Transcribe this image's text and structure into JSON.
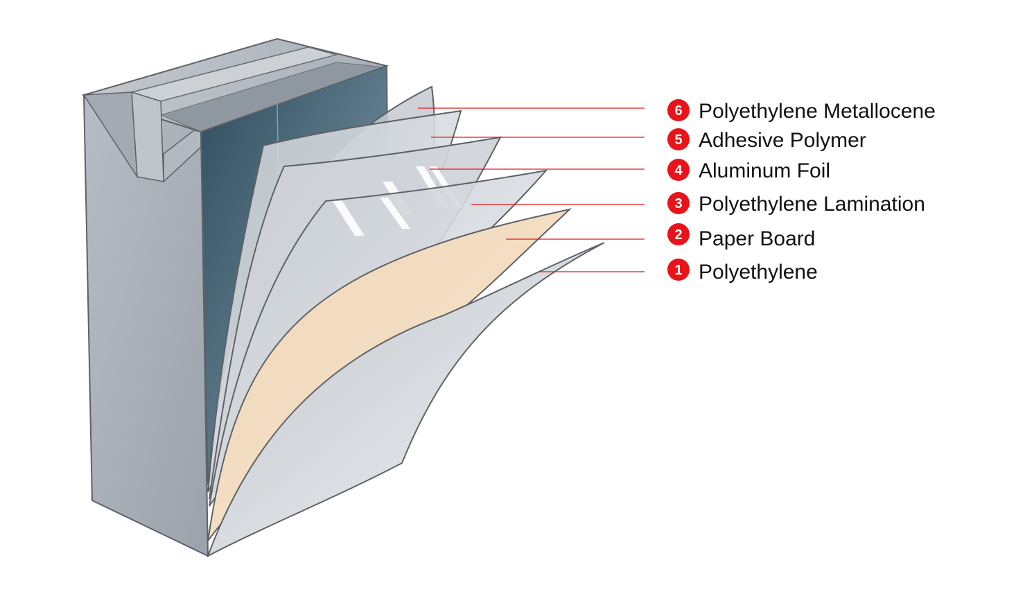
{
  "colors": {
    "accent": "#e8141a",
    "leader_line": "#e8141a",
    "carton_light": "#aab1b9",
    "carton_dark": "#3f5a6a",
    "paper_board": "#f2dcc0",
    "film": "#c9ced4",
    "edge": "#5e6166"
  },
  "layers": [
    {
      "number": "6",
      "label": "Polyethylene Metallocene"
    },
    {
      "number": "5",
      "label": "Adhesive Polymer"
    },
    {
      "number": "4",
      "label": "Aluminum Foil"
    },
    {
      "number": "3",
      "label": "Polyethylene Lamination"
    },
    {
      "number": "2",
      "label": "Paper Board"
    },
    {
      "number": "1",
      "label": "Polyethylene"
    }
  ]
}
